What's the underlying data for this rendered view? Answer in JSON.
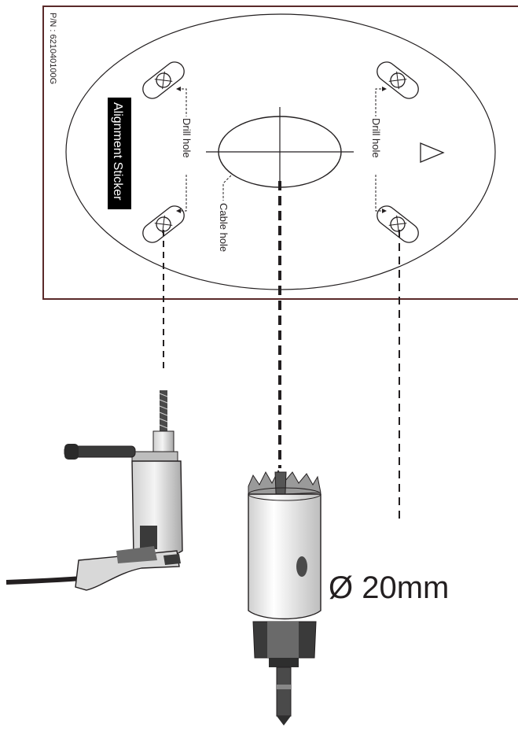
{
  "sticker": {
    "part_number": "P/N : 621040100G",
    "title": "Alignment Sticker",
    "drill_hole_left": "Drill hole",
    "drill_hole_right": "Drill hole",
    "cable_hole": "Cable hole"
  },
  "hole_saw": {
    "diameter_label": "Ø 20mm"
  },
  "colors": {
    "frame": "#5a2a2a",
    "ink": "#231f20",
    "tool_light": "#e6e6e6",
    "tool_mid": "#9a9a9a",
    "tool_dark": "#3a3a3a"
  },
  "icons": [
    "triangle-direction-icon",
    "power-drill-icon",
    "hole-saw-icon"
  ]
}
